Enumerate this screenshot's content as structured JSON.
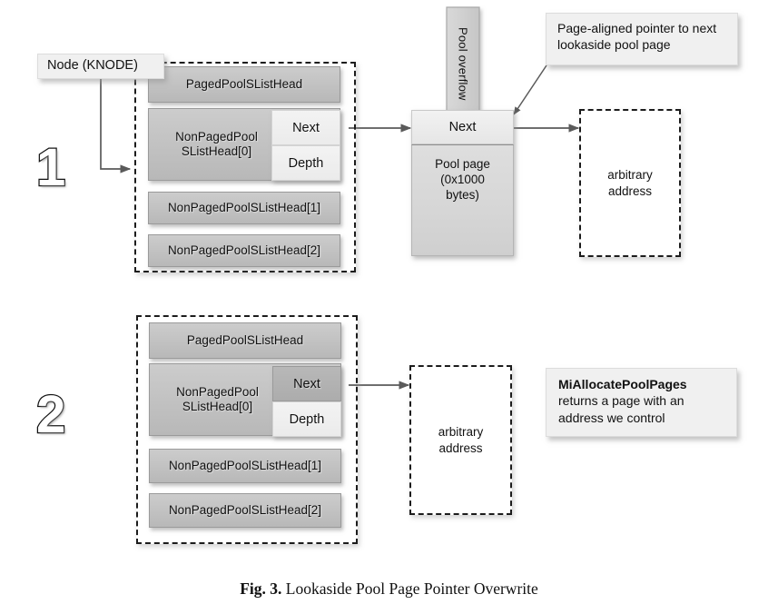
{
  "figure": {
    "caption_label": "Fig. 3.",
    "caption_text": "Lookaside Pool Page Pointer Overwrite"
  },
  "steps": [
    {
      "numeral": "1"
    },
    {
      "numeral": "2"
    }
  ],
  "step1": {
    "callout_node": "Node (KNODE)",
    "knode_rows": [
      {
        "label": "PagedPoolSListHead"
      },
      {
        "label_line1": "NonPagedPool",
        "label_line2": "SListHead[0]",
        "next": "Next",
        "depth": "Depth"
      },
      {
        "label": "NonPagedPoolSListHead[1]"
      },
      {
        "label": "NonPagedPoolSListHead[2]"
      }
    ],
    "pool_overflow_label": "Pool overflow",
    "pool_page": {
      "next": "Next",
      "body_line1": "Pool page",
      "body_line2": "(0x1000",
      "body_line3": "bytes)"
    },
    "callout_pointer": "Page-aligned pointer to next lookaside pool page",
    "arbitrary": {
      "line1": "arbitrary",
      "line2": "address"
    }
  },
  "step2": {
    "knode_rows": [
      {
        "label": "PagedPoolSListHead"
      },
      {
        "label_line1": "NonPagedPool",
        "label_line2": "SListHead[0]",
        "next": "Next",
        "depth": "Depth"
      },
      {
        "label": "NonPagedPoolSListHead[1]"
      },
      {
        "label": "NonPagedPoolSListHead[2]"
      }
    ],
    "arbitrary": {
      "line1": "arbitrary",
      "line2": "address"
    },
    "callout_alloc": {
      "bold": "MiAllocatePoolPages",
      "line2": "returns a page with an",
      "line3": "address we control"
    }
  },
  "colors": {
    "stroke": "#5a5a5a",
    "dashed": "#1c1c1c",
    "row_fill": "#c3c3c3",
    "note_fill": "#f0f0f0"
  }
}
